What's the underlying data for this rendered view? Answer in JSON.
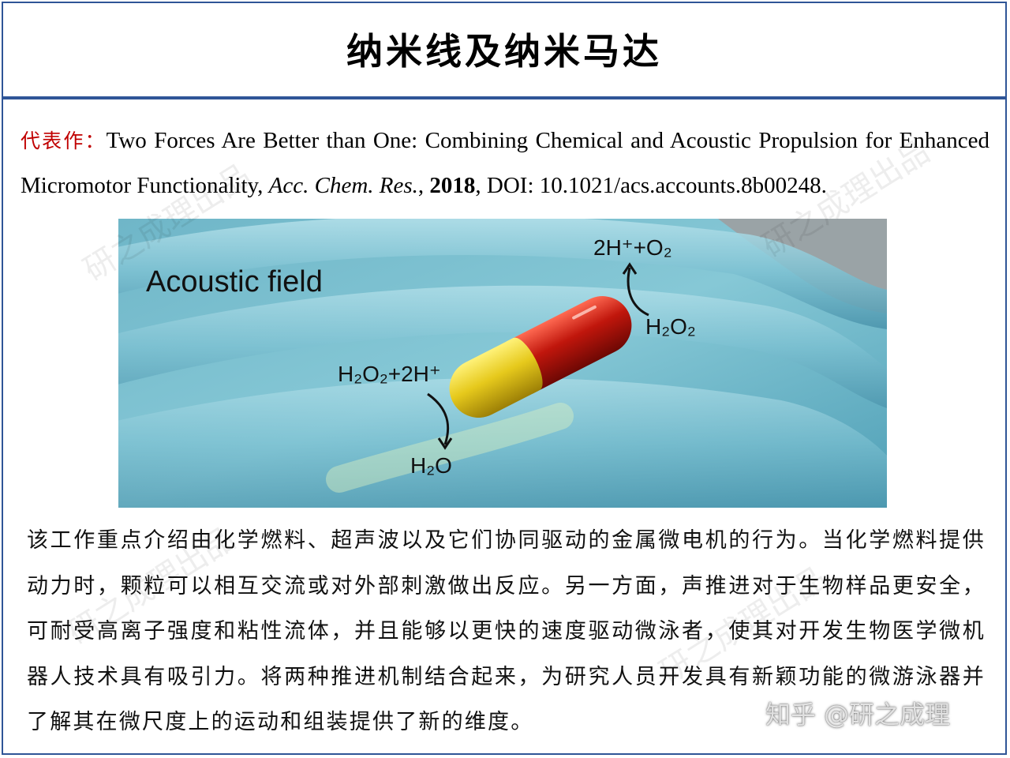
{
  "title": "纳米线及纳米马达",
  "reference": {
    "label": "代表作：",
    "text_a": "Two Forces Are Better than One: Combining Chemical and Acoustic Propulsion for Enhanced Micromotor Functionality, ",
    "journal": "Acc. Chem. Res.",
    "comma": ", ",
    "year": "2018",
    "doi": ", DOI: 10.1021/acs.accounts.8b00248."
  },
  "figure": {
    "field_label": "Acoustic field",
    "top_product": "2H⁺+O₂",
    "right_reactant": "H₂O₂",
    "left_reactant": "H₂O₂+2H⁺",
    "left_product": "H₂O",
    "colors": {
      "water": "#7fc3d4",
      "yellow": "#e8cc1e",
      "red": "#c0160c"
    }
  },
  "body": "该工作重点介绍由化学燃料、超声波以及它们协同驱动的金属微电机的行为。当化学燃料提供动力时，颗粒可以相互交流或对外部刺激做出反应。另一方面，声推进对于生物样品更安全，可耐受高离子强度和粘性流体，并且能够以更快的速度驱动微泳者，使其对开发生物医学微机器人技术具有吸引力。将两种推进机制结合起来，为研究人员开发具有新颖功能的微游泳器并了解其在微尺度上的运动和组装提供了新的维度。",
  "watermarks": [
    "研之成理出品",
    "研之成理出品",
    "研之成理出品",
    "研之成理出品"
  ],
  "zhihu_mark": "知乎 @研之成理"
}
